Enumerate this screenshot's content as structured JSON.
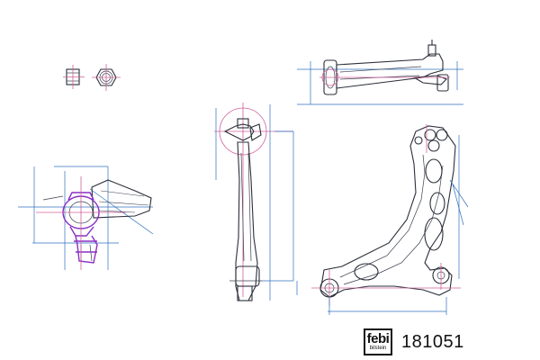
{
  "brand": {
    "logo_word": "febi",
    "logo_sub": "bilstein",
    "part_number": "181051"
  },
  "colors": {
    "outline": "#2b2f3a",
    "dimension": "#2f6fbf",
    "highlight_pink": "#d0609a",
    "highlight_purple": "#8a2fc4"
  }
}
